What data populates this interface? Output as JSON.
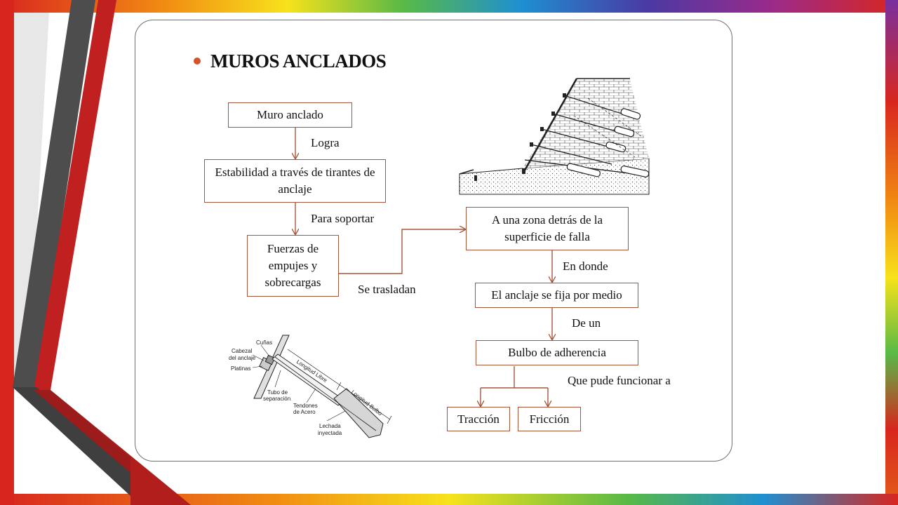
{
  "slide": {
    "title": "MUROS ANCLADOS"
  },
  "flow": {
    "boxes": {
      "muro": "Muro anclado",
      "estabilidad": "Estabilidad a través de tirantes de anclaje",
      "fuerzas": "Fuerzas de empujes y sobrecargas",
      "zona": "A una zona detrás de la superficie de falla",
      "anclaje": "El anclaje se fija por medio",
      "bulbo": "Bulbo de adherencia",
      "traccion": "Tracción",
      "friccion": "Fricción"
    },
    "connectors": {
      "logra": "Logra",
      "para_soportar": "Para soportar",
      "se_trasladan": "Se trasladan",
      "en_donde": "En donde",
      "de_un": "De un",
      "que_pude": "Que pude funcionar a"
    }
  },
  "anchor_diagram": {
    "labels": {
      "cunas": "Cuñas",
      "cabezal_1": "Cabezal",
      "cabezal_2": "del anclaje",
      "platinas": "Platinas",
      "longitud_libre": "Longitud Libre",
      "longitud_bulbo": "Longitud Bulbo",
      "tubo_1": "Tubo de",
      "tubo_2": "separación",
      "tendones_1": "Tendones",
      "tendones_2": "de Acero",
      "lechada_1": "Lechada",
      "lechada_2": "inyectada"
    }
  },
  "colors": {
    "accent": "#d2542a",
    "box_border": "#a5553a",
    "frame_red": "#c0201f",
    "frame_gray": "#555555"
  }
}
